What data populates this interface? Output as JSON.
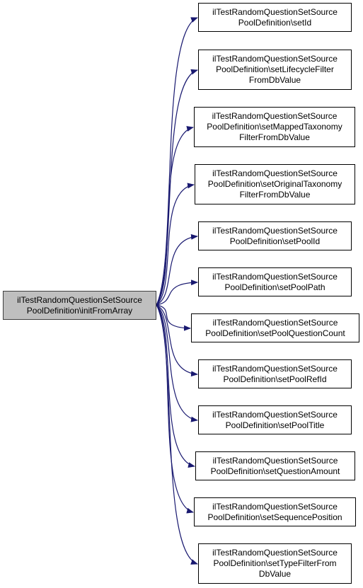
{
  "colors": {
    "edge": "#191970",
    "node_border": "#000000",
    "source_fill": "#bfbfbf",
    "source_border": "#404040",
    "target_fill": "#ffffff",
    "text": "#000000"
  },
  "source": {
    "label": "ilTestRandomQuestionSetSource\nPoolDefinition\\initFromArray"
  },
  "targets": [
    {
      "label": "ilTestRandomQuestionSetSource\nPoolDefinition\\setId"
    },
    {
      "label": "ilTestRandomQuestionSetSource\nPoolDefinition\\setLifecycleFilter\nFromDbValue"
    },
    {
      "label": "ilTestRandomQuestionSetSource\nPoolDefinition\\setMappedTaxonomy\nFilterFromDbValue"
    },
    {
      "label": "ilTestRandomQuestionSetSource\nPoolDefinition\\setOriginalTaxonomy\nFilterFromDbValue"
    },
    {
      "label": "ilTestRandomQuestionSetSource\nPoolDefinition\\setPoolId"
    },
    {
      "label": "ilTestRandomQuestionSetSource\nPoolDefinition\\setPoolPath"
    },
    {
      "label": "ilTestRandomQuestionSetSource\nPoolDefinition\\setPoolQuestionCount"
    },
    {
      "label": "ilTestRandomQuestionSetSource\nPoolDefinition\\setPoolRefId"
    },
    {
      "label": "ilTestRandomQuestionSetSource\nPoolDefinition\\setPoolTitle"
    },
    {
      "label": "ilTestRandomQuestionSetSource\nPoolDefinition\\setQuestionAmount"
    },
    {
      "label": "ilTestRandomQuestionSetSource\nPoolDefinition\\setSequencePosition"
    },
    {
      "label": "ilTestRandomQuestionSetSource\nPoolDefinition\\setTypeFilterFrom\nDbValue"
    }
  ]
}
